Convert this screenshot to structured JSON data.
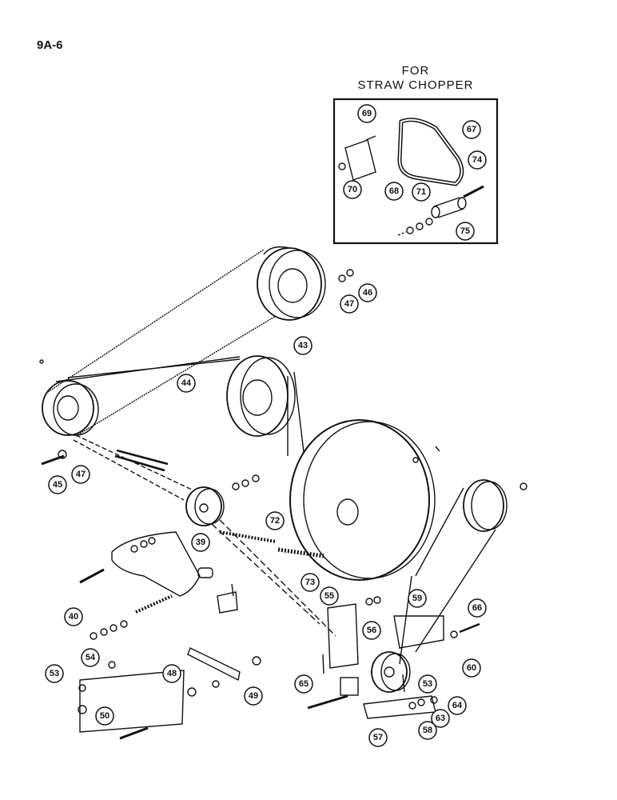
{
  "page": {
    "page_number": "9A-6"
  },
  "inset": {
    "title_line1": "FOR",
    "title_line2": "STRAW CHOPPER"
  },
  "callouts": {
    "c67": "67",
    "c69": "69",
    "c70": "70",
    "c68": "68",
    "c74": "74",
    "c71": "71",
    "c75": "75",
    "c46": "46",
    "c47a": "47",
    "c43": "43",
    "c44": "44",
    "c45": "45",
    "c47b": "47",
    "c72": "72",
    "c39": "39",
    "c73": "73",
    "c55": "55",
    "c56": "56",
    "c59": "59",
    "c66": "66",
    "c40": "40",
    "c54": "54",
    "c48": "48",
    "c53a": "53",
    "c49": "49",
    "c50": "50",
    "c65": "65",
    "c53b": "53",
    "c64": "64",
    "c63": "63",
    "c58": "58",
    "c57": "57",
    "c60": "60"
  }
}
